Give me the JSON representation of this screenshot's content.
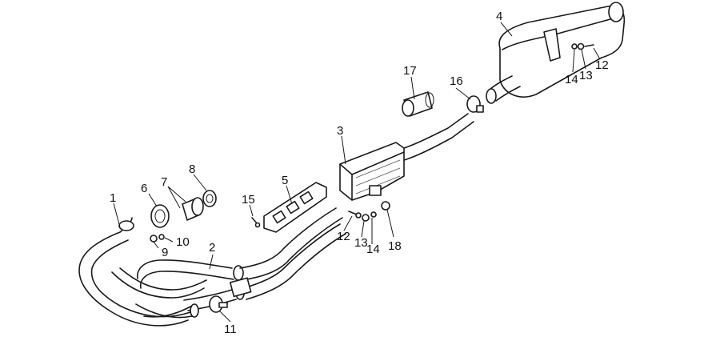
{
  "callouts": {
    "c1": "1",
    "c2": "2",
    "c3": "3",
    "c4": "4",
    "c5": "5",
    "c6": "6",
    "c7": "7",
    "c8": "8",
    "c9": "9",
    "c10": "10",
    "c11": "11",
    "c12a": "12",
    "c12b": "12",
    "c13a": "13",
    "c13b": "13",
    "c14a": "14",
    "c14b": "14",
    "c15": "15",
    "c16": "16",
    "c17": "17",
    "c18": "18"
  }
}
